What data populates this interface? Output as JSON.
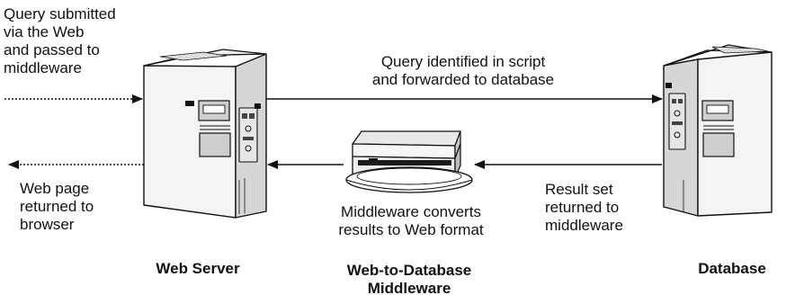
{
  "labels": {
    "query_submitted": "Query submitted\nvia the Web\nand passed to\nmiddleware",
    "query_identified": "Query identified in script\nand forwarded to database",
    "web_page_returned": "Web page\nreturned to\nbrowser",
    "middleware_converts": "Middleware converts\nresults to Web format",
    "result_set": "Result set\nreturned to\nmiddleware"
  },
  "nodes": {
    "web_server": "Web Server",
    "middleware": "Web-to-Database\nMiddleware",
    "database": "Database"
  },
  "colors": {
    "ink": "#111111",
    "machine_light": "#f0f0f0",
    "machine_mid": "#d8d8d8",
    "machine_dark": "#b5b5b5"
  },
  "icons": {
    "web_server": "server-tower-icon",
    "middleware": "disk-drive-icon",
    "database": "server-tower-icon"
  }
}
